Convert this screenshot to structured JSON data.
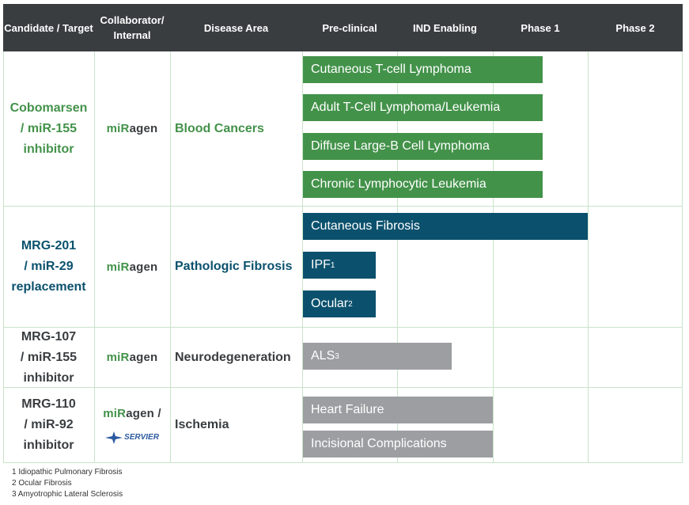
{
  "header": {
    "candidate": "Candidate / Target",
    "collaborator": "Collaborator/ Internal",
    "disease": "Disease Area",
    "preclinical": "Pre-clinical",
    "ind": "IND Enabling",
    "phase1": "Phase 1",
    "phase2": "Phase 2"
  },
  "rows": [
    {
      "candidate_l1": "Cobomarsen",
      "candidate_l2": "/ miR-155",
      "candidate_l3": "inhibitor",
      "collaborator": "miRagen",
      "disease": "Blood Cancers",
      "indications": [
        "Cutaneous T-cell Lymphoma",
        "Adult T-Cell Lymphoma/Leukemia",
        "Diffuse Large-B Cell Lymphoma",
        "Chronic Lymphocytic Leukemia"
      ],
      "color": "#43924a"
    },
    {
      "candidate_l1": "MRG-201",
      "candidate_l2": "/ miR-29",
      "candidate_l3": "replacement",
      "collaborator": "miRagen",
      "disease": "Pathologic Fibrosis",
      "indications": [
        "Cutaneous Fibrosis",
        "IPF",
        "Ocular"
      ],
      "sups": [
        "1",
        "2"
      ],
      "color": "#0b516d"
    },
    {
      "candidate_l1": "MRG-107",
      "candidate_l2": "/ miR-155",
      "candidate_l3": "inhibitor",
      "collaborator": "miRagen",
      "disease": "Neurodegeneration",
      "indications": [
        "ALS"
      ],
      "sups": [
        "3"
      ],
      "color": "#3a3d40"
    },
    {
      "candidate_l1": "MRG-110",
      "candidate_l2": "/ miR-92",
      "candidate_l3": "inhibitor",
      "collaborator": "miRagen /",
      "collaborator2": "SERVIER",
      "disease": "Ischemia",
      "indications": [
        "Heart Failure",
        "Incisional Complications"
      ],
      "color": "#3a3d40"
    }
  ],
  "footnotes": [
    "1 Idiopathic Pulmonary Fibrosis",
    "2 Ocular Fibrosis",
    "3 Amyotrophic Lateral Sclerosis"
  ],
  "logo": {
    "mi": "mi",
    "r": "R",
    "agen": "agen"
  }
}
